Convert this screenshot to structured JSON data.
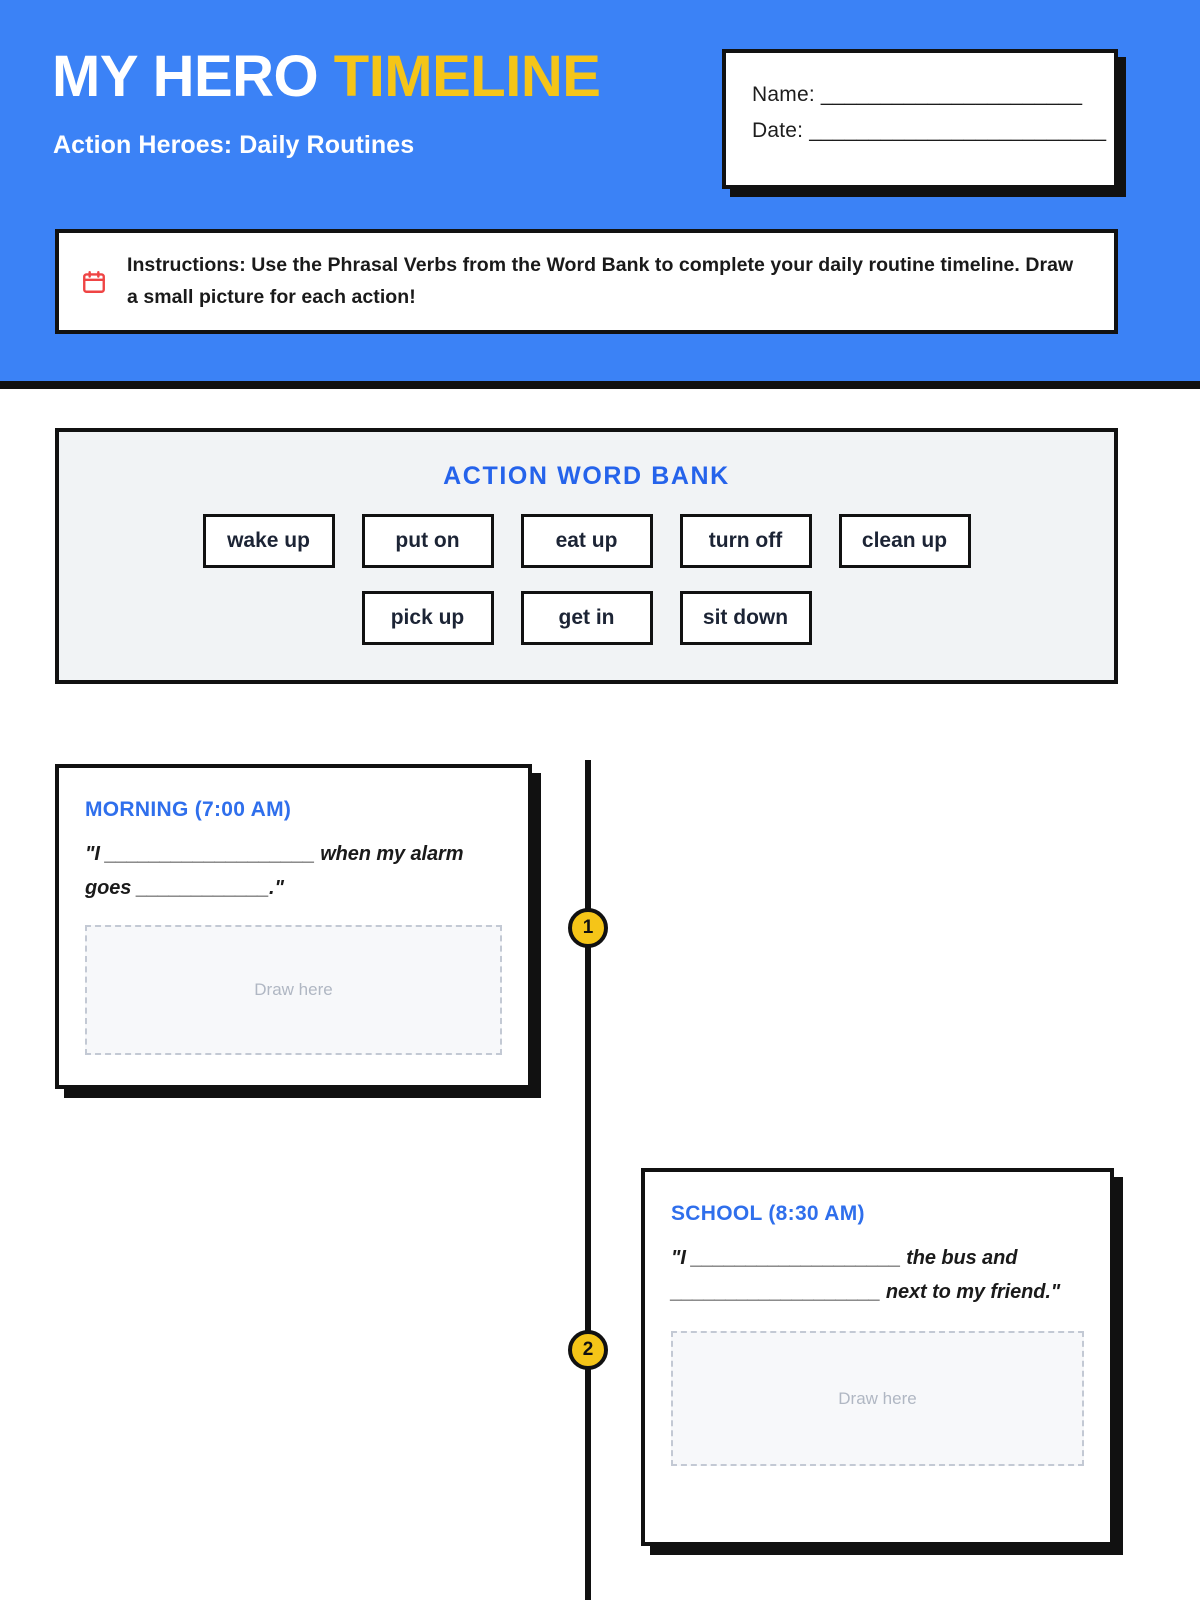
{
  "header": {
    "title_part_1": "MY HERO ",
    "title_part_2": "TIMELINE",
    "subtitle": "Action Heroes: Daily Routines",
    "background_color": "#3b82f6",
    "title_accent_color": "#f5c518",
    "name_field": "Name: ______________________",
    "date_field": "Date: _________________________"
  },
  "instructions": {
    "icon": "calendar-icon",
    "icon_color": "#ef4444",
    "text": "Instructions: Use the Phrasal Verbs from the Word Bank to complete your daily routine timeline. Draw a small picture for each action!"
  },
  "word_bank": {
    "title": "ACTION WORD BANK",
    "title_color": "#2563eb",
    "rows": [
      [
        "wake up",
        "put on",
        "eat up",
        "turn off",
        "clean up"
      ],
      [
        "pick up",
        "get in",
        "sit down"
      ]
    ]
  },
  "timeline": {
    "marker_color": "#f5c518",
    "cards": [
      {
        "number": "1",
        "title": "MORNING (7:00 AM)",
        "sentence": "\"I ___________________ when my alarm goes ____________.\"",
        "draw_placeholder": "Draw here"
      },
      {
        "number": "2",
        "title": "SCHOOL (8:30 AM)",
        "sentence": "\"I ___________________ the bus and ___________________ next to my friend.\"",
        "draw_placeholder": "Draw here"
      }
    ]
  }
}
